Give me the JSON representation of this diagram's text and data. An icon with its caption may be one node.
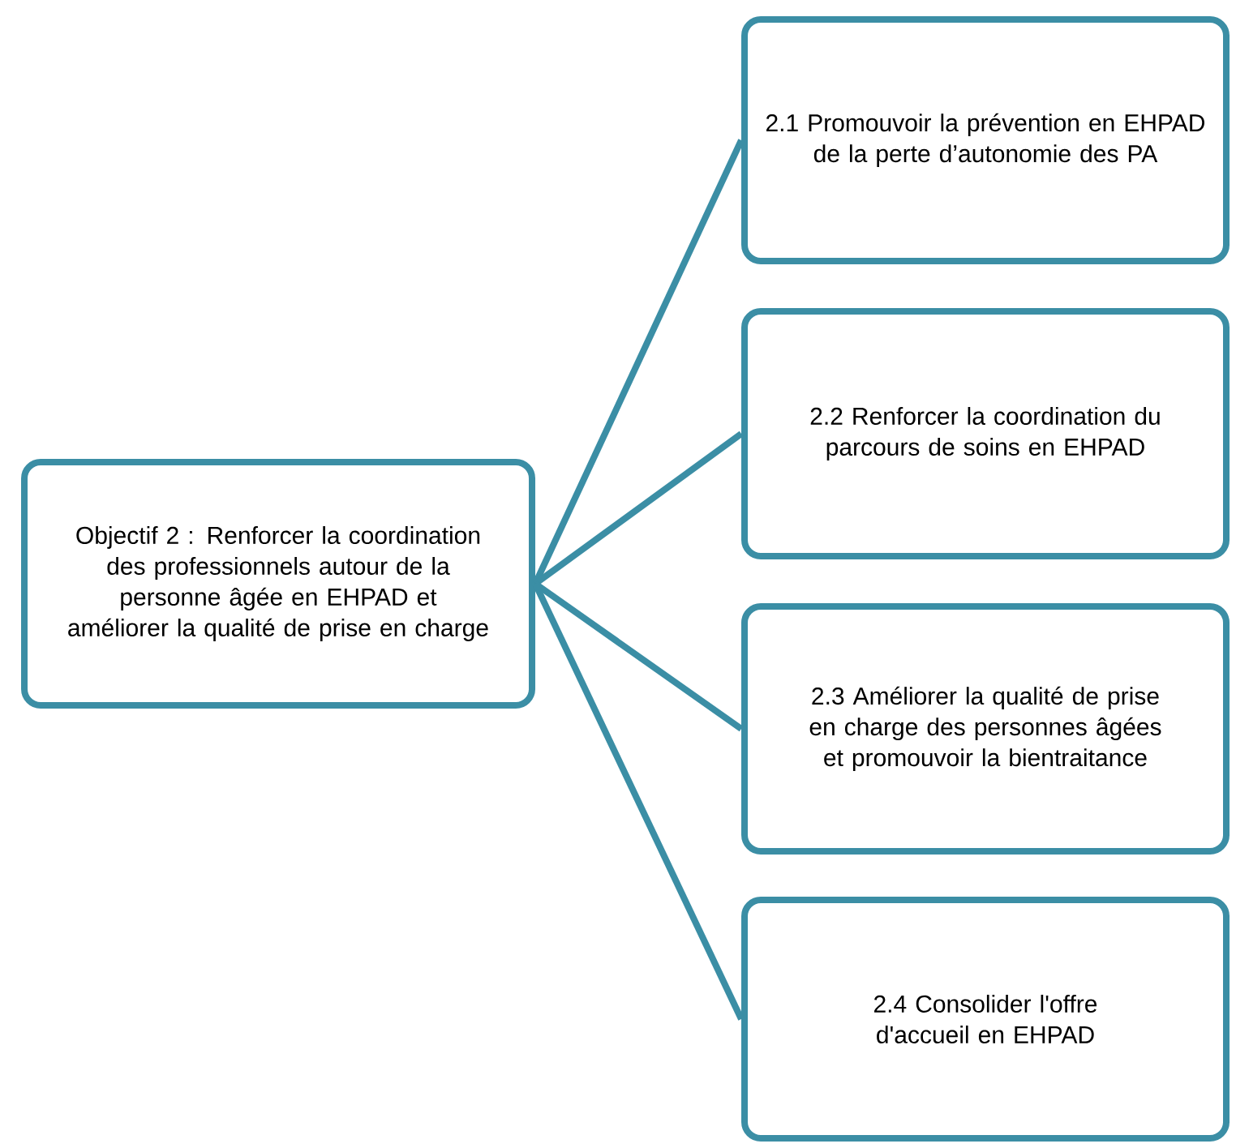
{
  "diagram": {
    "nodes": [
      {
        "text": [
          "Objectif 2 : Renforcer la coordination des professionnels autour de la personne âgée en EHPAD et améliorer la qualité de prise en charge"
        ]
      },
      {
        "text": [
          "2.1 Promouvoir la prévention en EHPAD de la perte d’autonomie des PA"
        ]
      },
      {
        "text": [
          "2.2 Renforcer la coordination du parcours de soins en EHPAD"
        ]
      },
      {
        "text": [
          "2.3 Améliorer la qualité de prise en charge des personnes âgées et promouvoir la bientraitance"
        ]
      },
      {
        "text": [
          "2.4 Consolider l'offre d'accueil en EHPAD"
        ]
      }
    ],
    "edges": [
      {
        "from": 0,
        "to": 1,
        "arrow": "none"
      },
      {
        "from": 0,
        "to": 2,
        "arrow": "none"
      },
      {
        "from": 0,
        "to": 3,
        "arrow": "none"
      },
      {
        "from": 0,
        "to": 4,
        "arrow": "none"
      }
    ]
  }
}
